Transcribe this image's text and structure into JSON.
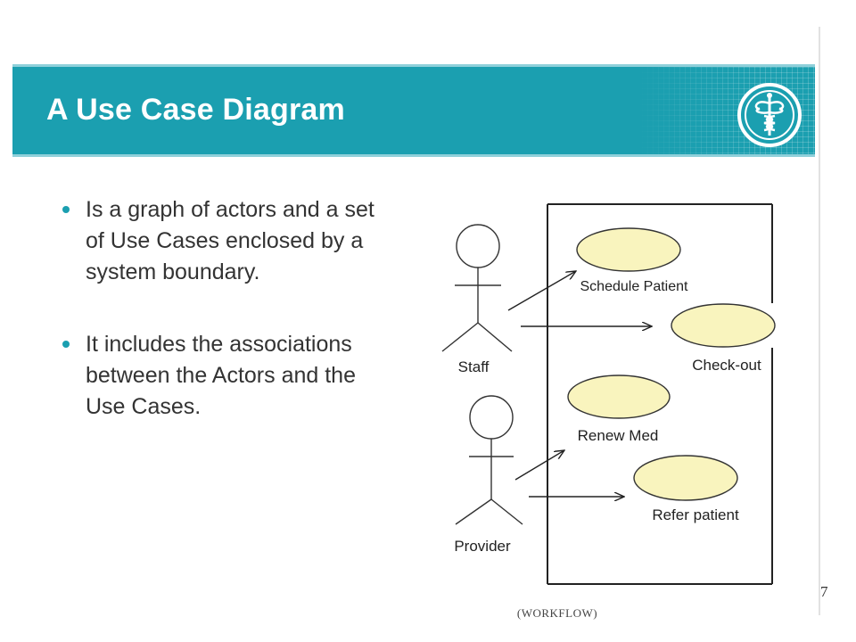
{
  "slide": {
    "title": "A Use Case Diagram",
    "accent_color": "#1b9fb0",
    "logo_icon": "caduceus-icon"
  },
  "bullets": [
    "Is a graph of actors and a set of Use Cases enclosed by a system boundary.",
    "It includes the associations between the Actors and the Use Cases."
  ],
  "diagram": {
    "actors": [
      "Staff",
      "Provider"
    ],
    "use_cases": [
      "Schedule Patient",
      "Check-out",
      "Renew Med",
      "Refer patient"
    ],
    "use_case_fill": "#f9f4be",
    "associations": [
      {
        "from": "Staff",
        "to": "Schedule Patient"
      },
      {
        "from": "Staff",
        "to": "Check-out"
      },
      {
        "from": "Provider",
        "to": "Renew Med"
      },
      {
        "from": "Provider",
        "to": "Refer patient"
      }
    ]
  },
  "footer": {
    "text": "(WORKFLOW)",
    "page_number": "7"
  }
}
